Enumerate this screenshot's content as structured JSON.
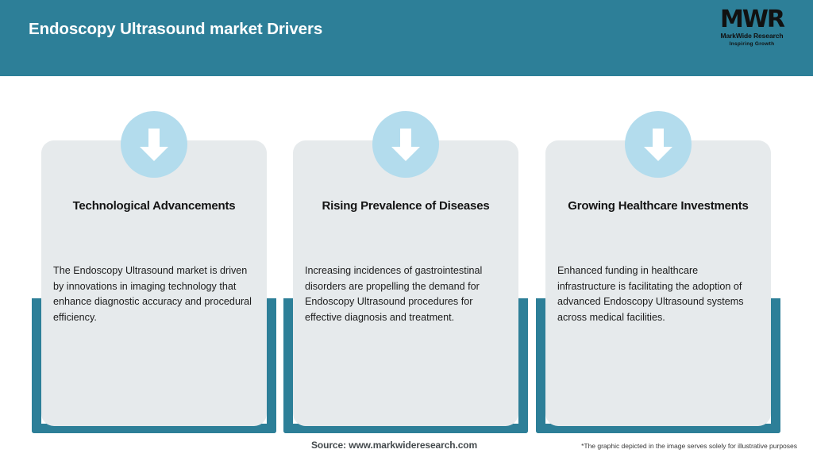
{
  "header": {
    "title": "Endoscopy Ultrasound market Drivers",
    "band_color": "#2d7f98",
    "title_color": "#ffffff"
  },
  "logo": {
    "mark": "MWR",
    "name": "MarkWide Research",
    "tagline": "Inspiring Growth"
  },
  "cards": [
    {
      "icon": "down-arrow-icon",
      "title": "Technological Advancements",
      "body": "The Endoscopy Ultrasound market is driven by innovations in imaging technology that enhance diagnostic accuracy and procedural efficiency."
    },
    {
      "icon": "down-arrow-icon",
      "title": "Rising Prevalence of Diseases",
      "body": "Increasing incidences of gastrointestinal disorders are propelling the demand for Endoscopy Ultrasound procedures for effective diagnosis and treatment."
    },
    {
      "icon": "down-arrow-icon",
      "title": "Growing Healthcare Investments",
      "body": "Enhanced funding in healthcare infrastructure is facilitating the adoption of advanced Endoscopy Ultrasound systems across medical facilities."
    }
  ],
  "footer": {
    "source": "Source: www.markwideresearch.com",
    "note": "*The graphic depicted in the image serves solely for illustrative purposes"
  },
  "colors": {
    "teal": "#2d7f98",
    "card_bg": "#e6eaec",
    "icon_circle": "#b3dced",
    "arrow": "#ffffff",
    "page_bg": "#ffffff"
  }
}
